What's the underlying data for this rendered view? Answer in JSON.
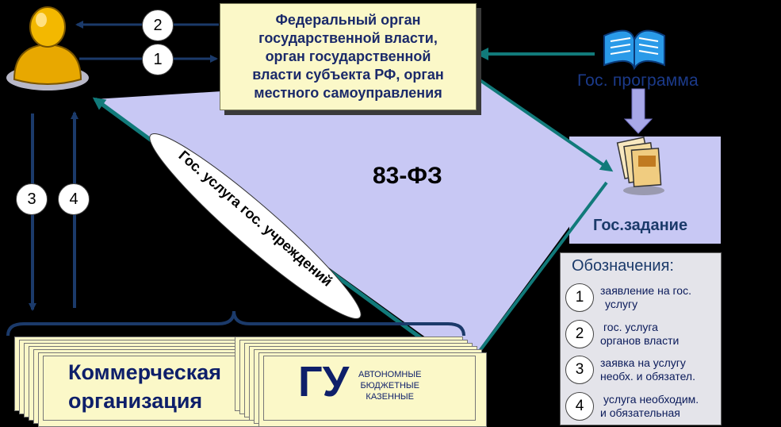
{
  "organ": {
    "lines": [
      "Федеральный орган",
      "государственной власти,",
      "орган государственной",
      "власти субъекта РФ, орган",
      "местного самоуправления"
    ]
  },
  "law_label": "83-ФЗ",
  "gos_program": {
    "label": "Гос. программа"
  },
  "gos_task": {
    "label": "Гос.задание"
  },
  "diagonal_label": "Гос. услуга гос. учреждений",
  "arrow_numbers": {
    "a1": "1",
    "a2": "2",
    "a3": "3",
    "a4": "4"
  },
  "legend": {
    "title": "Обозначения:",
    "items": [
      {
        "num": "1",
        "line1": "заявление на гос.",
        "line2": "услугу"
      },
      {
        "num": "2",
        "line1": "гос. услуга",
        "line2": "органов власти"
      },
      {
        "num": "3",
        "line1": "заявка на услугу",
        "line2": "необх. и обязател."
      },
      {
        "num": "4",
        "line1": "услуга необходим.",
        "line2": "и обязательная"
      }
    ]
  },
  "commercial": {
    "line1": "Коммерческая",
    "line2": "организация"
  },
  "gu": {
    "abbr": "ГУ",
    "types": [
      "АВТОНОМНЫЕ",
      "БЮДЖЕТНЫЕ",
      "КАЗЕННЫЕ"
    ]
  },
  "colors": {
    "arrow_blue": "#1b3a6a",
    "arrow_teal": "#117a7a",
    "lavender": "#c8c8f4",
    "box_yellow": "#fbf8c8",
    "legend_bg": "#e4e4ea"
  }
}
